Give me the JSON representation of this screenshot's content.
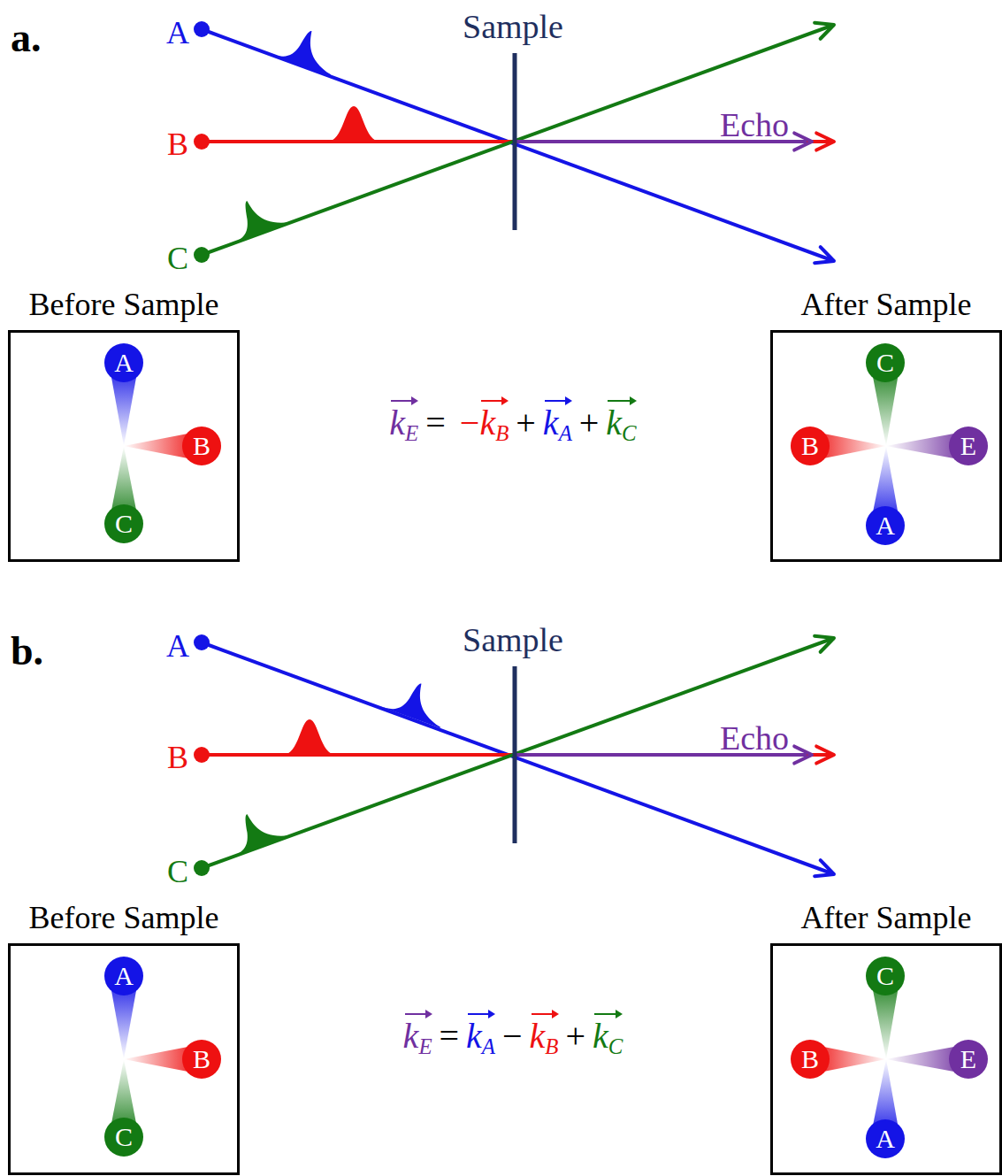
{
  "diagram": {
    "nodes": [
      {
        "text": [
          "Before Sample"
        ]
      },
      {
        "text": [
          "A"
        ],
        "in": 0
      },
      {
        "text": [
          "B"
        ],
        "in": 0
      },
      {
        "text": [
          "C"
        ],
        "in": 0
      },
      {
        "text": [
          "After Sample"
        ]
      },
      {
        "text": [
          "C"
        ],
        "in": 4
      },
      {
        "text": [
          "B"
        ],
        "in": 4
      },
      {
        "text": [
          "E"
        ],
        "in": 4
      },
      {
        "text": [
          "A"
        ],
        "in": 4
      },
      {
        "text": [
          "Before Sample"
        ]
      },
      {
        "text": [
          "A"
        ],
        "in": 9
      },
      {
        "text": [
          "B"
        ],
        "in": 9
      },
      {
        "text": [
          "C"
        ],
        "in": 9
      },
      {
        "text": [
          "After Sample"
        ]
      },
      {
        "text": [
          "C"
        ],
        "in": 13
      },
      {
        "text": [
          "B"
        ],
        "in": 13
      },
      {
        "text": [
          "E"
        ],
        "in": 13
      },
      {
        "text": [
          "A"
        ],
        "in": 13
      }
    ],
    "labels": [
      "a.",
      "A",
      "B",
      "C",
      "Sample",
      "Echo",
      "k",
      "E",
      "=",
      "−",
      "k",
      "B",
      "+",
      "k",
      "A",
      "+",
      "k",
      "C",
      "b.",
      "A",
      "B",
      "C",
      "Sample",
      "Echo",
      "k",
      "E",
      "=",
      "k",
      "A",
      "−",
      "k",
      "B",
      "+",
      "k",
      "C"
    ]
  }
}
